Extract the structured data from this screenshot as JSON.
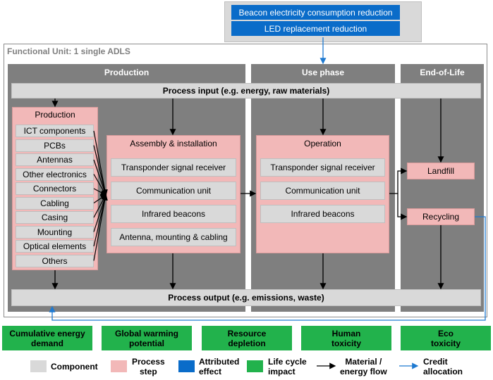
{
  "credits": {
    "items": [
      "Beacon electricity consumption reduction",
      "LED replacement reduction"
    ]
  },
  "functional_unit": "Functional Unit: 1 single ADLS",
  "phases": {
    "production": "Production",
    "use": "Use phase",
    "eol": "End-of-Life"
  },
  "process_input": "Process input (e.g. energy, raw materials)",
  "process_output": "Process output (e.g. emissions, waste)",
  "production_box": {
    "title": "Production",
    "components": [
      "ICT components",
      "PCBs",
      "Antennas",
      "Other electronics",
      "Connectors",
      "Cabling",
      "Casing",
      "Mounting",
      "Optical elements",
      "Others"
    ]
  },
  "assembly": {
    "title": "Assembly & installation",
    "items": [
      "Transponder signal receiver",
      "Communication unit",
      "Infrared beacons",
      "Antenna, mounting & cabling"
    ]
  },
  "operation": {
    "title": "Operation",
    "items": [
      "Transponder signal receiver",
      "Communication unit",
      "Infrared beacons"
    ]
  },
  "eol": {
    "landfill": "Landfill",
    "recycling": "Recycling"
  },
  "impacts": [
    [
      "Cumulative energy",
      "demand"
    ],
    [
      "Global warming",
      "potential"
    ],
    [
      "Resource",
      "depletion"
    ],
    [
      "Human",
      "toxicity"
    ],
    [
      "Eco",
      "toxicity"
    ]
  ],
  "legend": {
    "component": "Component",
    "process_step": [
      "Process",
      "step"
    ],
    "attributed_effect": [
      "Attributed",
      "effect"
    ],
    "lci": [
      "Life cycle",
      "impact"
    ],
    "material_flow": [
      "Material /",
      "energy flow"
    ],
    "credit": [
      "Credit",
      "allocation"
    ]
  },
  "colors": {
    "phase_bg": "#7f7f7f",
    "component": "#d9d9d9",
    "process": "#f2b8b8",
    "attributed": "#0a6cc9",
    "impact": "#22b24c",
    "credit_line": "#1f7ad1"
  }
}
